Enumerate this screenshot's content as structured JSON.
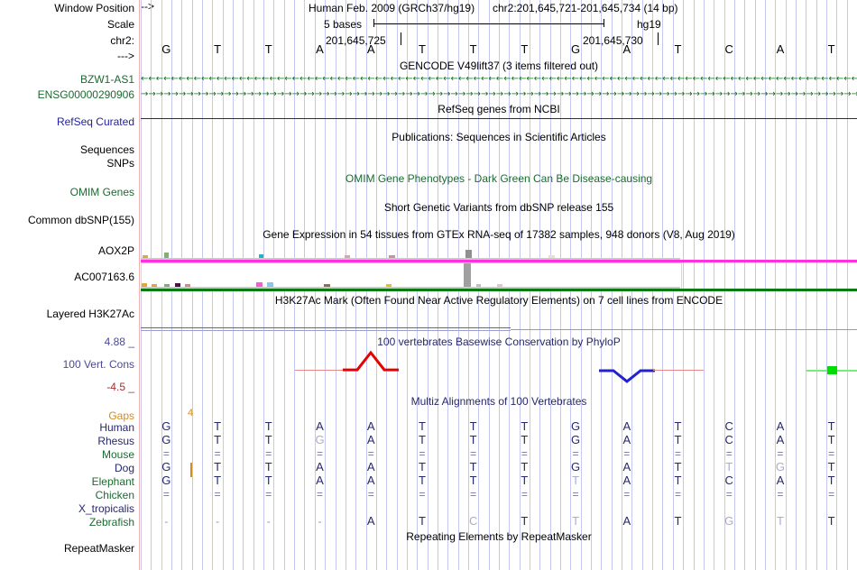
{
  "assembly": {
    "description": "Human Feb. 2009 (GRCh37/hg19)",
    "position": "chr2:201,645,721-201,645,734 (14 bp)",
    "db_label": "hg19",
    "scale_label": "5 bases"
  },
  "left_labels": {
    "window_position": "Window Position",
    "scale": "Scale",
    "chrom": "chr2:",
    "strand_arrow": "--->",
    "bzw1as1": "BZW1-AS1",
    "ensg": "ENSG00000290906",
    "refseq_curated": "RefSeq Curated",
    "sequences": "Sequences",
    "snps": "SNPs",
    "omim_genes": "OMIM Genes",
    "common_dbsnp": "Common dbSNP(155)",
    "aox2p": "AOX2P",
    "ac007163": "AC007163.6",
    "layered_h3k27ac": "Layered H3K27Ac",
    "cons_max": "4.88 _",
    "cons_title": "100 Vert. Cons",
    "cons_min": "-4.5 _",
    "gaps": "Gaps",
    "repeatmasker": "RepeatMasker"
  },
  "species_rows": [
    {
      "name": "Human",
      "color": "navy"
    },
    {
      "name": "Rhesus",
      "color": "navy"
    },
    {
      "name": "Mouse",
      "color": "green"
    },
    {
      "name": "Dog",
      "color": "navy"
    },
    {
      "name": "Elephant",
      "color": "green"
    },
    {
      "name": "Chicken",
      "color": "green"
    },
    {
      "name": "X_tropicalis",
      "color": "navy"
    },
    {
      "name": "Zebrafish",
      "color": "green"
    }
  ],
  "track_titles": {
    "gencode": "GENCODE V49lift37 (3 items filtered out)",
    "refseq": "RefSeq genes from NCBI",
    "publications": "Publications: Sequences in Scientific Articles",
    "omim": "OMIM Gene Phenotypes - Dark Green Can Be Disease-causing",
    "dbsnp": "Short Genetic Variants from dbSNP release 155",
    "gtex": "Gene Expression in 54 tissues from GTEx RNA-seq of 17382 samples, 948 donors (V8, Aug 2019)",
    "h3k27ac": "H3K27Ac Mark (Often Found Near Active Regulatory Elements) on 7 cell lines from ENCODE",
    "phylop": "100 vertebrates Basewise Conservation by PhyloP",
    "multiz": "Multiz Alignments of 100 Vertebrates",
    "repeatmasker": "Repeating Elements by RepeatMasker"
  },
  "ruler": {
    "ticks": [
      {
        "label": "201,645,725",
        "base_index": 4
      },
      {
        "label": "201,645,730",
        "base_index": 9
      }
    ]
  },
  "chart_data": {
    "type": "table",
    "title": "Multiz Alignments of 100 Vertebrates",
    "categories": [
      "G",
      "T",
      "T",
      "A",
      "A",
      "T",
      "T",
      "T",
      "G",
      "A",
      "T",
      "C",
      "A",
      "T"
    ],
    "xlabel": "chr2:201,645,721-201,645,734",
    "ylabel": "species",
    "reference_sequence": [
      "G",
      "T",
      "T",
      "A",
      "A",
      "T",
      "T",
      "T",
      "G",
      "A",
      "T",
      "C",
      "A",
      "T"
    ],
    "gap_marker": {
      "label": "4",
      "base_index": 1
    },
    "series": [
      {
        "name": "Human",
        "values": [
          "G",
          "T",
          "T",
          "A",
          "A",
          "T",
          "T",
          "T",
          "G",
          "A",
          "T",
          "C",
          "A",
          "T"
        ],
        "faded": [
          false,
          false,
          false,
          false,
          false,
          false,
          false,
          false,
          false,
          false,
          false,
          false,
          false,
          false
        ]
      },
      {
        "name": "Rhesus",
        "values": [
          "G",
          "T",
          "T",
          "G",
          "A",
          "T",
          "T",
          "T",
          "G",
          "A",
          "T",
          "C",
          "A",
          "T"
        ],
        "faded": [
          false,
          false,
          false,
          true,
          false,
          false,
          false,
          false,
          false,
          false,
          false,
          false,
          false,
          false
        ]
      },
      {
        "name": "Mouse",
        "values": [
          "=",
          "=",
          "=",
          "=",
          "=",
          "=",
          "=",
          "=",
          "=",
          "=",
          "=",
          "=",
          "=",
          "="
        ],
        "faded": [
          false,
          false,
          false,
          false,
          false,
          false,
          false,
          false,
          false,
          false,
          false,
          false,
          false,
          false
        ]
      },
      {
        "name": "Dog",
        "values": [
          "G",
          "T",
          "T",
          "A",
          "A",
          "T",
          "T",
          "T",
          "G",
          "A",
          "T",
          "T",
          "G",
          "T"
        ],
        "faded": [
          false,
          false,
          false,
          false,
          false,
          false,
          false,
          false,
          false,
          false,
          false,
          true,
          true,
          false
        ]
      },
      {
        "name": "Elephant",
        "values": [
          "G",
          "T",
          "T",
          "A",
          "A",
          "T",
          "T",
          "T",
          "T",
          "A",
          "T",
          "C",
          "A",
          "T"
        ],
        "faded": [
          false,
          false,
          false,
          false,
          false,
          false,
          false,
          false,
          true,
          false,
          false,
          false,
          false,
          false
        ]
      },
      {
        "name": "Chicken",
        "values": [
          "=",
          "=",
          "=",
          "=",
          "=",
          "=",
          "=",
          "=",
          "=",
          "=",
          "=",
          "=",
          "=",
          "="
        ],
        "faded": [
          false,
          false,
          false,
          false,
          false,
          false,
          false,
          false,
          false,
          false,
          false,
          false,
          false,
          false
        ]
      },
      {
        "name": "X_tropicalis",
        "values": [
          "",
          "",
          "",
          "",
          "",
          "",
          "",
          "",
          "",
          "",
          "",
          "",
          "",
          ""
        ],
        "faded": [
          false,
          false,
          false,
          false,
          false,
          false,
          false,
          false,
          false,
          false,
          false,
          false,
          false,
          false
        ]
      },
      {
        "name": "Zebrafish",
        "values": [
          "-",
          "-",
          "-",
          "-",
          "A",
          "T",
          "C",
          "T",
          "T",
          "A",
          "T",
          "G",
          "T",
          "T"
        ],
        "faded": [
          true,
          true,
          true,
          true,
          false,
          false,
          true,
          false,
          true,
          false,
          false,
          true,
          true,
          false
        ]
      }
    ],
    "conservation": {
      "name": "100 vertebrates Basewise Conservation by PhyloP",
      "ymax": 4.88,
      "ymin": -4.5,
      "values": [
        0,
        0,
        0,
        0.15,
        1.9,
        0,
        0,
        0,
        0,
        -1.1,
        0.2,
        0,
        0,
        2.4
      ]
    }
  },
  "colors": {
    "gene_green": "#15701f",
    "refseq_blue": "#22229e",
    "omim_green": "#1a6b2e",
    "gtex_magenta": "#ff30e0",
    "gtex_green": "#0a7a12",
    "cons_red": "#e60000",
    "cons_blue": "#2222cc",
    "cons_green": "#00dd00",
    "gridline": "#c6c9ef",
    "centerline_red": "#f1b0b0",
    "gap_orange": "#d78c18"
  }
}
